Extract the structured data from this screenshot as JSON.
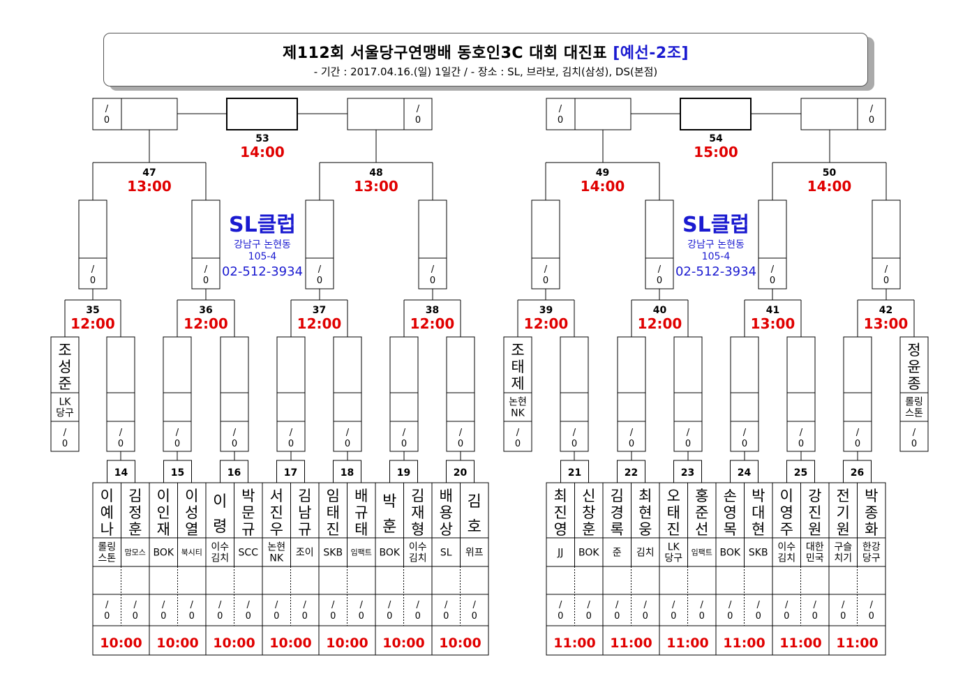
{
  "header": {
    "title_part1": "제112회 서울당구연맹배 동호인3C 대회 대진표",
    "title_part2": "[예선-2조]",
    "subtitle": "- 기간 : 2017.04.16.(일) 1일간 / - 장소 : SL, 브라보, 김치(삼성), DS(본점)",
    "accent_color": "#1a1ad0",
    "time_color": "#e00000"
  },
  "score_mark": "/",
  "score_zero": "0",
  "venue": {
    "name": "SL클럽",
    "addr1": "강남구 논현동",
    "addr2": "105-4",
    "phone": "02-512-3934"
  },
  "finals": [
    {
      "match": "53",
      "time": "14:00"
    },
    {
      "match": "54",
      "time": "15:00"
    }
  ],
  "semis": [
    {
      "match": "47",
      "time": "13:00"
    },
    {
      "match": "48",
      "time": "13:00"
    },
    {
      "match": "49",
      "time": "14:00"
    },
    {
      "match": "50",
      "time": "14:00"
    }
  ],
  "quarters": [
    {
      "match": "35",
      "time": "12:00"
    },
    {
      "match": "36",
      "time": "12:00"
    },
    {
      "match": "37",
      "time": "12:00"
    },
    {
      "match": "38",
      "time": "12:00"
    },
    {
      "match": "39",
      "time": "12:00"
    },
    {
      "match": "40",
      "time": "12:00"
    },
    {
      "match": "41",
      "time": "13:00"
    },
    {
      "match": "42",
      "time": "13:00"
    }
  ],
  "byes": [
    {
      "name": "조성준",
      "club": "LK당구"
    },
    {
      "name": "정윤종",
      "club": "롤링스톤"
    },
    {
      "name": "조태제",
      "club": "논현NK"
    }
  ],
  "first_round": [
    {
      "match": "14",
      "time": "10:00",
      "players": [
        {
          "name": "이예나",
          "club": "롤링스톤"
        },
        {
          "name": "김정훈",
          "club": "맘모스"
        }
      ]
    },
    {
      "match": "15",
      "time": "10:00",
      "players": [
        {
          "name": "이인재",
          "club": "BOK"
        },
        {
          "name": "이성열",
          "club": "북시티"
        }
      ]
    },
    {
      "match": "16",
      "time": "10:00",
      "players": [
        {
          "name": "이령",
          "club": "이수김치"
        },
        {
          "name": "박문규",
          "club": "SCC"
        }
      ]
    },
    {
      "match": "17",
      "time": "10:00",
      "players": [
        {
          "name": "서진우",
          "club": "논현NK"
        },
        {
          "name": "김남규",
          "club": "조이"
        }
      ]
    },
    {
      "match": "18",
      "time": "10:00",
      "players": [
        {
          "name": "임태진",
          "club": "SKB"
        },
        {
          "name": "배규태",
          "club": "임팩트"
        }
      ]
    },
    {
      "match": "19",
      "time": "10:00",
      "players": [
        {
          "name": "박훈",
          "club": "BOK"
        },
        {
          "name": "김재형",
          "club": "이수김치"
        }
      ]
    },
    {
      "match": "20",
      "time": "10:00",
      "players": [
        {
          "name": "배용상",
          "club": "SL"
        },
        {
          "name": "김호",
          "club": "위프"
        }
      ]
    },
    {
      "match": "21",
      "time": "11:00",
      "players": [
        {
          "name": "최진영",
          "club": "JJ"
        },
        {
          "name": "신창훈",
          "club": "BOK"
        }
      ]
    },
    {
      "match": "22",
      "time": "11:00",
      "players": [
        {
          "name": "김경록",
          "club": "준"
        },
        {
          "name": "최현웅",
          "club": "김치"
        }
      ]
    },
    {
      "match": "23",
      "time": "11:00",
      "players": [
        {
          "name": "오태진",
          "club": "LK당구"
        },
        {
          "name": "홍준선",
          "club": "임팩트"
        }
      ]
    },
    {
      "match": "24",
      "time": "11:00",
      "players": [
        {
          "name": "손영목",
          "club": "BOK"
        },
        {
          "name": "박대현",
          "club": "SKB"
        }
      ]
    },
    {
      "match": "25",
      "time": "11:00",
      "players": [
        {
          "name": "이영주",
          "club": "이수김치"
        },
        {
          "name": "강진원",
          "club": "대한민국"
        }
      ]
    },
    {
      "match": "26",
      "time": "11:00",
      "players": [
        {
          "name": "전기원",
          "club": "구슬치기"
        },
        {
          "name": "박종화",
          "club": "한강당구"
        }
      ]
    }
  ]
}
